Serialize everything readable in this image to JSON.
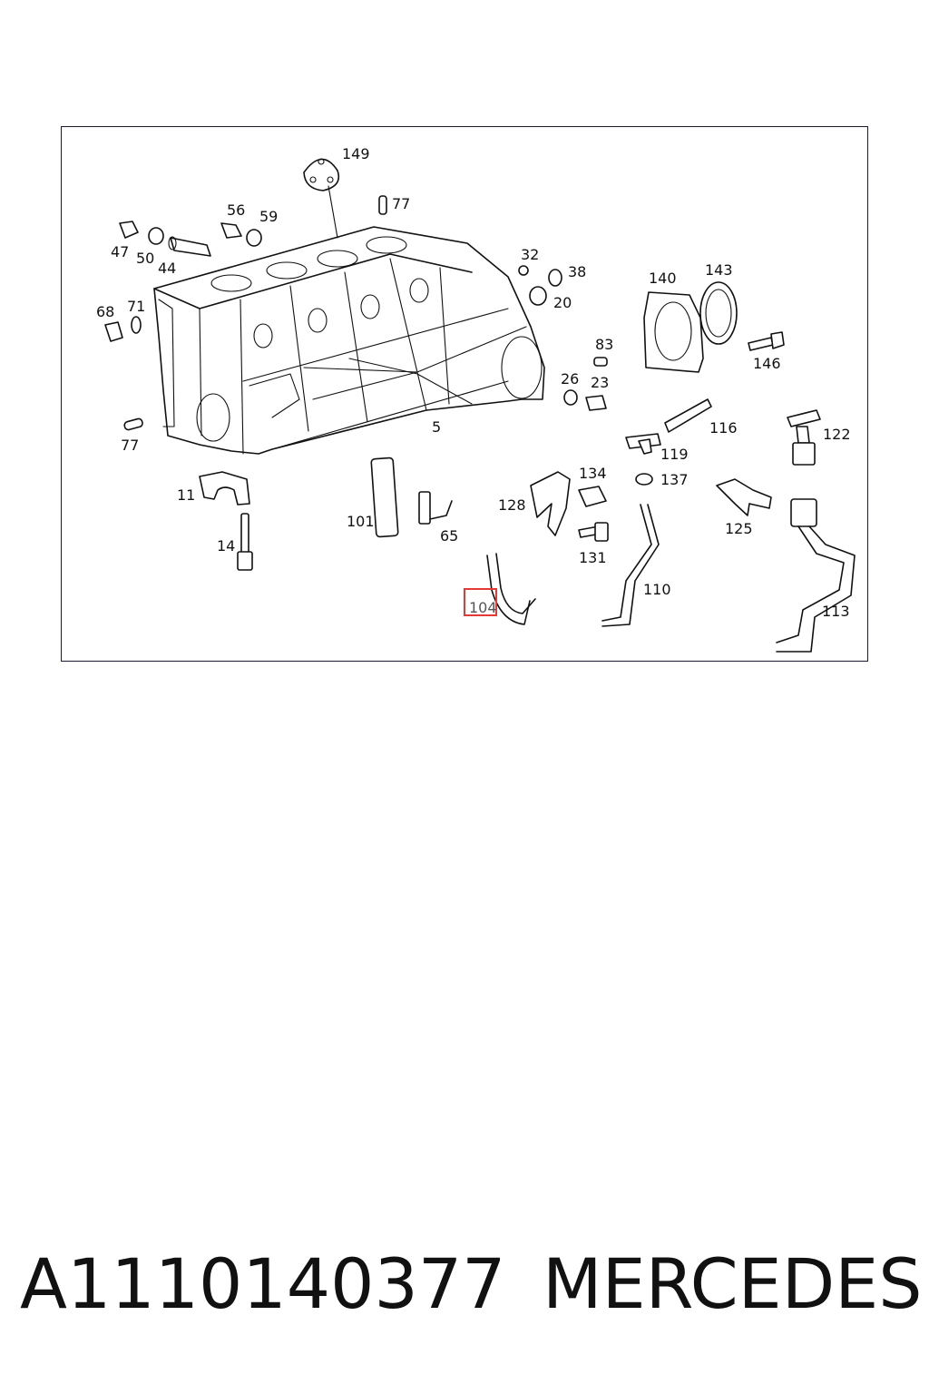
{
  "diagram": {
    "highlight_color": "#e53935",
    "highlighted_callout": "104",
    "callouts": [
      "149",
      "77",
      "56",
      "59",
      "47",
      "50",
      "44",
      "32",
      "38",
      "20",
      "140",
      "143",
      "68",
      "71",
      "146",
      "83",
      "26",
      "23",
      "5",
      "77",
      "116",
      "122",
      "119",
      "137",
      "134",
      "11",
      "128",
      "125",
      "101",
      "65",
      "14",
      "131",
      "110",
      "104",
      "113"
    ]
  },
  "caption": {
    "part_number": "A1110140377",
    "brand": "MERCEDES"
  }
}
